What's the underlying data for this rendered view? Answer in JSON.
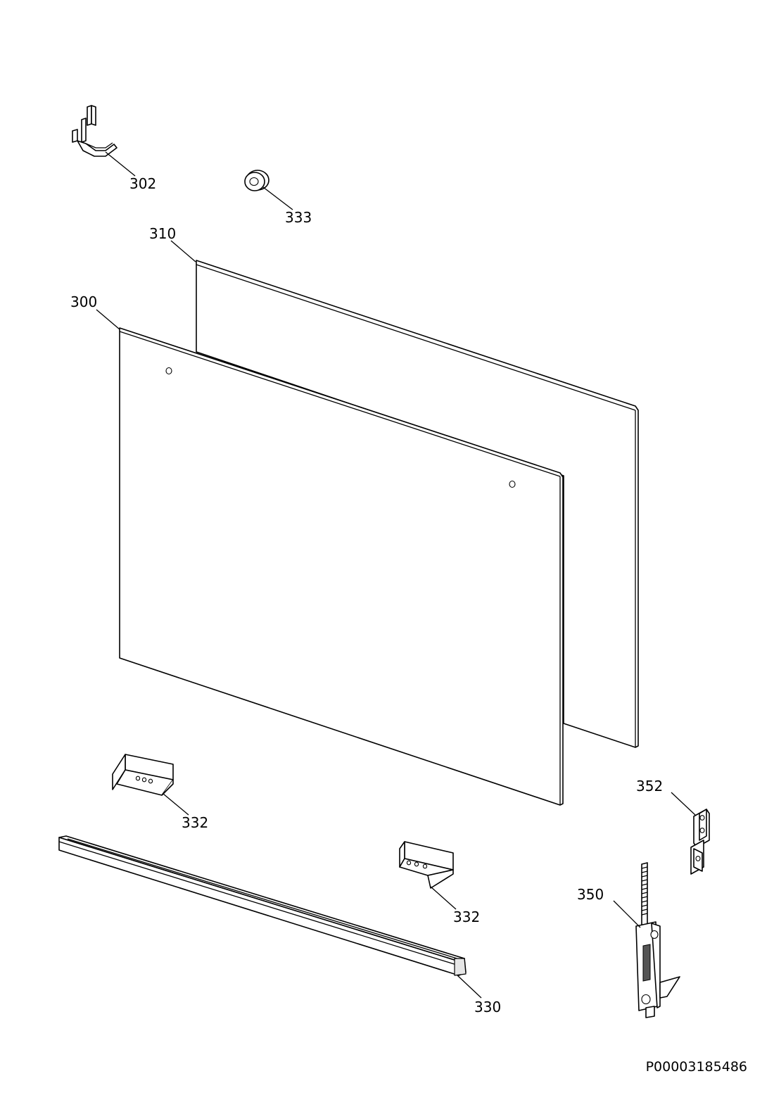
{
  "diagram": {
    "document_id": "P00003185486",
    "parts": [
      {
        "id": "302",
        "label": "302",
        "icon": "door-clip-302-icon"
      },
      {
        "id": "333",
        "label": "333",
        "icon": "grommet-icon"
      },
      {
        "id": "310",
        "label": "310",
        "icon": "inner-glass-panel-icon"
      },
      {
        "id": "300",
        "label": "300",
        "icon": "outer-glass-panel-icon"
      },
      {
        "id": "332a",
        "label": "332",
        "icon": "glass-bracket-left-icon"
      },
      {
        "id": "332b",
        "label": "332",
        "icon": "glass-bracket-right-icon"
      },
      {
        "id": "330",
        "label": "330",
        "icon": "door-profile-bar-icon"
      },
      {
        "id": "352",
        "label": "352",
        "icon": "hinge-receiver-icon"
      },
      {
        "id": "350",
        "label": "350",
        "icon": "door-hinge-icon"
      }
    ]
  }
}
